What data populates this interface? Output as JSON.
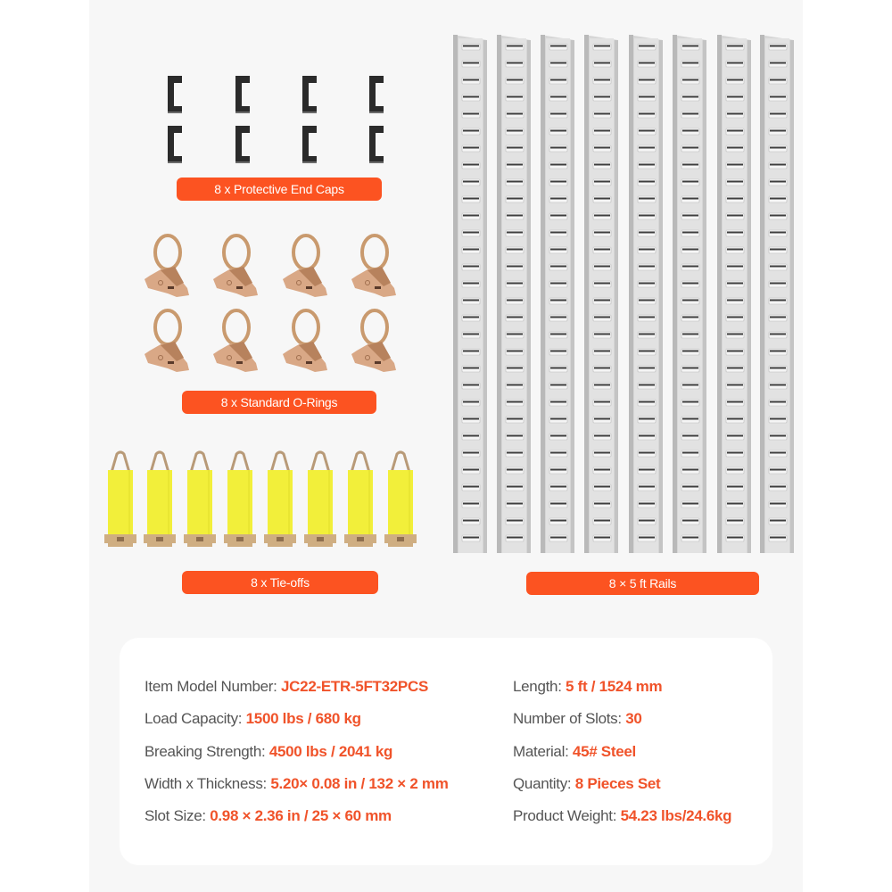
{
  "colors": {
    "accent": "#fc5321",
    "value_text": "#f0532a",
    "label_text": "#555555",
    "panel_bg": "#f7f7f7",
    "card_bg": "#ffffff",
    "end_cap": "#2b2b2b",
    "o_ring_metal": "#c99a6e",
    "strap_yellow": "#f2ef3a",
    "rail_steel": "#d6d6d6"
  },
  "components": {
    "end_caps": {
      "label": "8 x Protective End Caps",
      "count": 8,
      "icon": "end-cap-icon"
    },
    "o_rings": {
      "label": "8 x Standard O-Rings",
      "count": 8,
      "icon": "o-ring-icon"
    },
    "tie_offs": {
      "label": "8 x Tie-offs",
      "count": 8,
      "icon": "tie-off-strap-icon"
    },
    "rails": {
      "label": "8 × 5 ft Rails",
      "count": 8,
      "icon": "e-track-rail-icon"
    }
  },
  "specs": {
    "left": [
      {
        "label": "Item Model Number: ",
        "value": "JC22-ETR-5FT32PCS"
      },
      {
        "label": "Load Capacity: ",
        "value": "1500 lbs / 680 kg"
      },
      {
        "label": "Breaking Strength: ",
        "value": "4500 lbs / 2041 kg"
      },
      {
        "label": "Width x Thickness: ",
        "value": "5.20× 0.08 in / 132 × 2 mm"
      },
      {
        "label": "Slot Size: ",
        "value": "0.98  × 2.36 in / 25 × 60 mm"
      }
    ],
    "right": [
      {
        "label": "Length: ",
        "value": "5 ft / 1524 mm"
      },
      {
        "label": "Number of Slots: ",
        "value": "30"
      },
      {
        "label": "Material: ",
        "value": "45# Steel"
      },
      {
        "label": "Quantity: ",
        "value": "8 Pieces Set"
      },
      {
        "label": "Product Weight: ",
        "value": "54.23 lbs/24.6kg"
      }
    ]
  }
}
